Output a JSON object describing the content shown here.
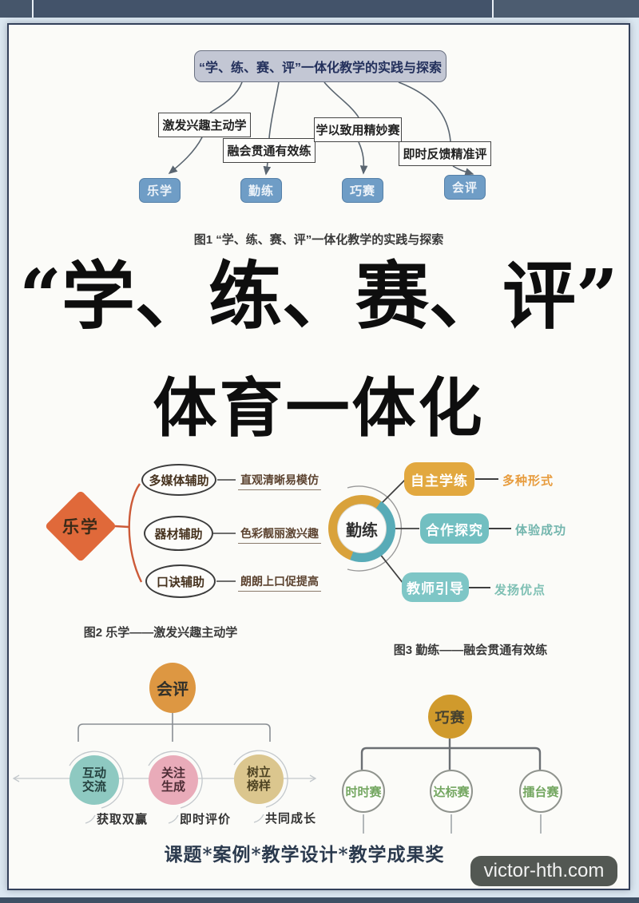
{
  "hero": {
    "title_line1": "“学、练、赛、评”",
    "title_line2": "体育一体化"
  },
  "fig1": {
    "root": "“学、练、赛、评”一体化教学的实践与探索",
    "caption": "图1 “学、练、赛、评”一体化教学的实践与探索",
    "branches": [
      {
        "label": "激发兴趣主动学",
        "leaf": "乐学"
      },
      {
        "label": "融会贯通有效练",
        "leaf": "勤练"
      },
      {
        "label": "学以致用精妙赛",
        "leaf": "巧赛"
      },
      {
        "label": "即时反馈精准评",
        "leaf": "会评"
      }
    ]
  },
  "fig2": {
    "root": "乐学",
    "caption": "图2 乐学——激发兴趣主动学",
    "nodes": [
      {
        "label": "多媒体辅助",
        "note": "直观清晰易模仿"
      },
      {
        "label": "器材辅助",
        "note": "色彩靓丽激兴趣"
      },
      {
        "label": "口诀辅助",
        "note": "朗朗上口促提高"
      }
    ]
  },
  "fig3": {
    "root": "勤练",
    "caption": "图3 勤练——融会贯通有效练",
    "nodes": [
      {
        "label": "自主学练",
        "note": "多种形式"
      },
      {
        "label": "合作探究",
        "note": "体验成功"
      },
      {
        "label": "教师引导",
        "note": "发扬优点"
      }
    ]
  },
  "fig4": {
    "root": "会评",
    "nodes": [
      {
        "line1": "互动",
        "line2": "交流",
        "note": "获取双赢"
      },
      {
        "line1": "关注",
        "line2": "生成",
        "note": "即时评价"
      },
      {
        "line1": "树立",
        "line2": "榜样",
        "note": "共同成长"
      }
    ]
  },
  "fig5": {
    "root": "巧赛",
    "nodes": [
      {
        "label": "时时赛"
      },
      {
        "label": "达标赛"
      },
      {
        "label": "擂台赛"
      }
    ]
  },
  "footer": {
    "line": "课题*案例*教学设计*教学成果奖",
    "watermark": "victor-hth.com"
  },
  "colors": {
    "leaf_blue": "#6f9dc6",
    "accent_orange": "#e0693a",
    "accent_gold": "#d9a23b",
    "accent_teal": "#72bfc1",
    "accent_pink": "#e9abb9",
    "accent_tan": "#dbc68e",
    "text_green": "#74a761",
    "topbar": "#43536a"
  }
}
